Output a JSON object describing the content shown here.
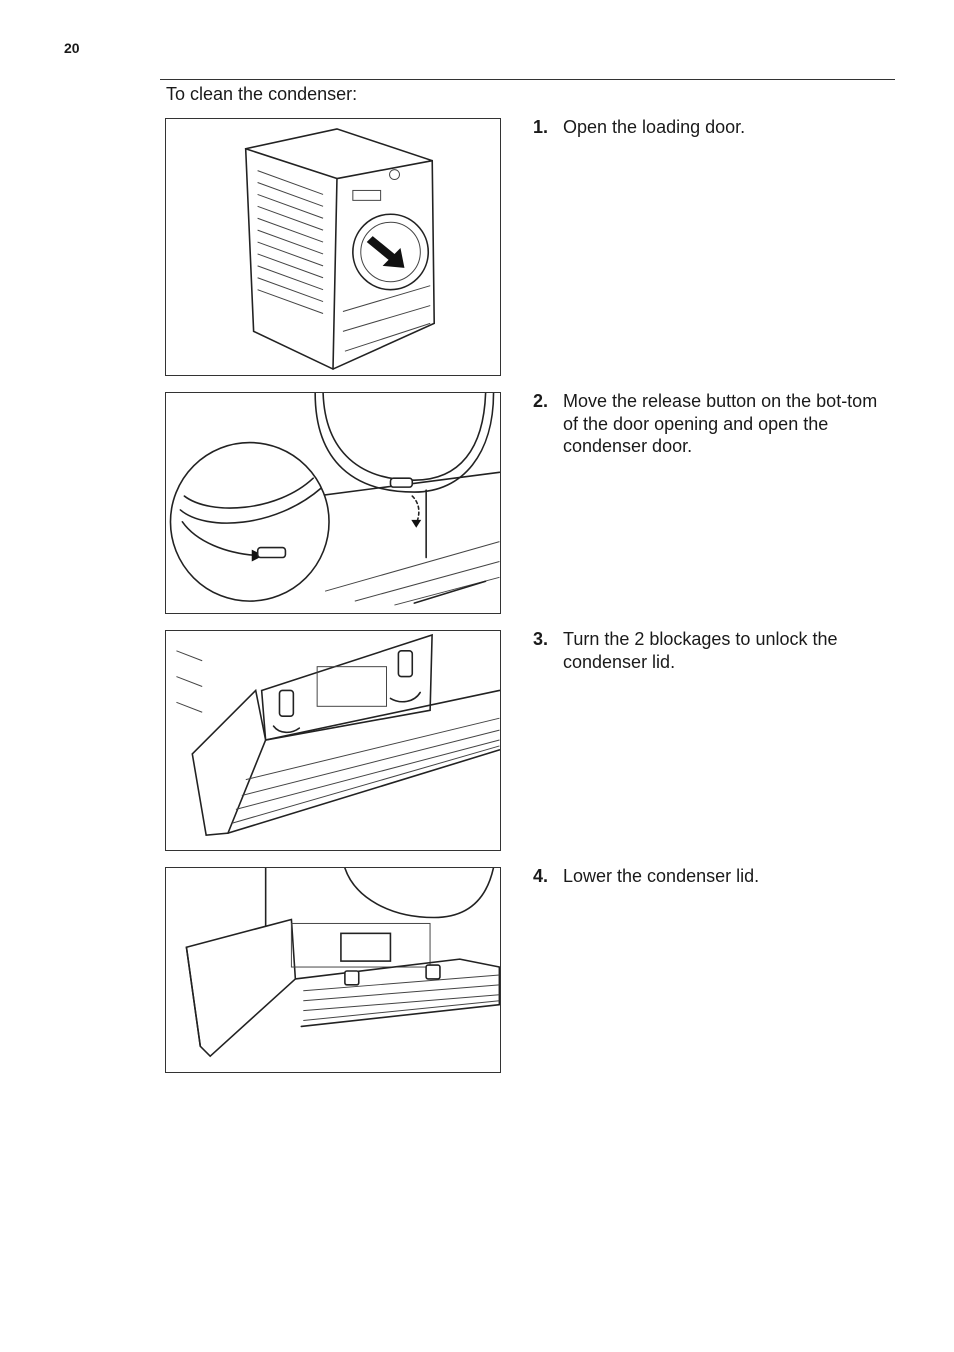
{
  "page": {
    "number": "20"
  },
  "intro": "To clean the condenser:",
  "steps": [
    {
      "number": "1.",
      "text": "Open the loading door."
    },
    {
      "number": "2.",
      "text": "Move the release button on the bot-tom of the door opening and open the condenser door."
    },
    {
      "number": "3.",
      "text": "Turn the 2 blockages to unlock the condenser lid."
    },
    {
      "number": "4.",
      "text": "Lower the condenser lid."
    }
  ],
  "figures": [
    {
      "icon": "dryer-open-door-illustration"
    },
    {
      "icon": "release-button-illustration"
    },
    {
      "icon": "blockages-unlock-illustration"
    },
    {
      "icon": "lower-condenser-lid-illustration"
    }
  ]
}
